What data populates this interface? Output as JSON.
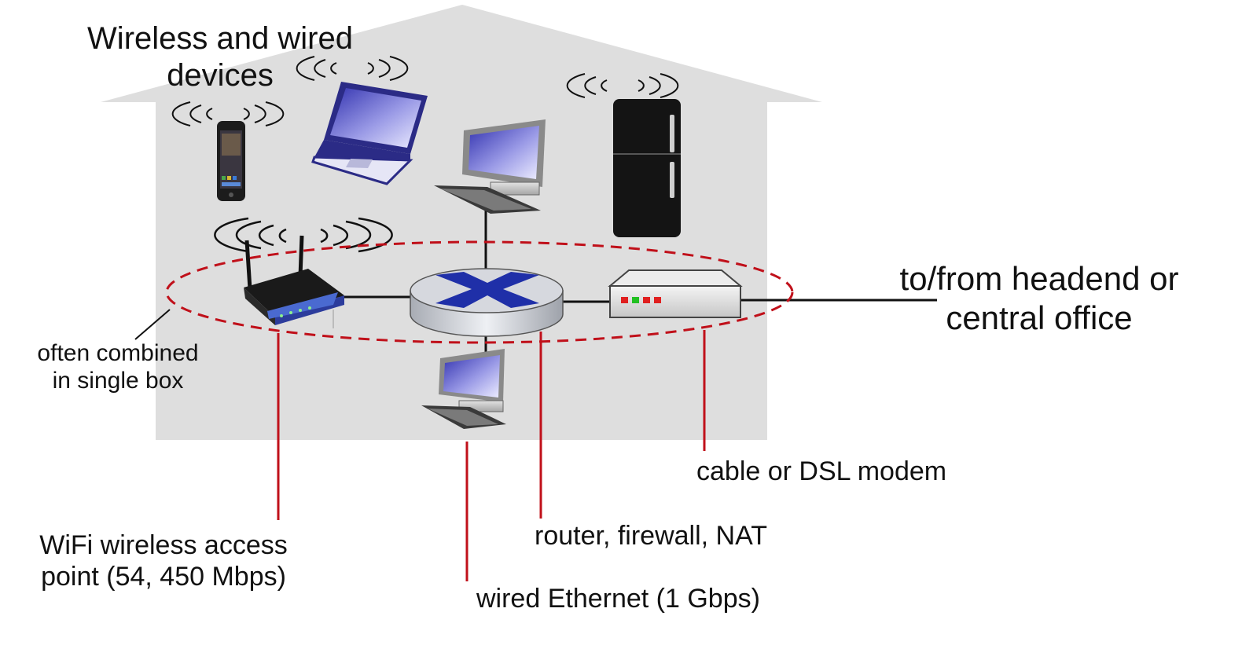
{
  "labels": {
    "title": [
      "Wireless and wired",
      "devices"
    ],
    "uplink": [
      "to/from headend or",
      "central office"
    ],
    "combined": [
      "often combined",
      "in single box"
    ],
    "modem": "cable or DSL modem",
    "router": "router, firewall, NAT",
    "wifi_ap": [
      "WiFi wireless access",
      "point (54, 450 Mbps)"
    ],
    "wired_ethernet": "wired Ethernet (1 Gbps)"
  },
  "icons": {
    "house": "house-icon",
    "smartphone": "smartphone-icon",
    "laptop": "laptop-icon",
    "desktop_top": "desktop-computer-icon",
    "desktop_bottom": "desktop-computer-icon",
    "fridge": "refrigerator-icon",
    "wifi_router": "wireless-access-point-icon",
    "router": "router-icon",
    "modem": "cable-modem-icon",
    "wireless_signal": "wireless-signal-icon"
  },
  "colors": {
    "house": "#dedede",
    "callout_lines": "#c0101a",
    "grouping_ellipse": "#c0101a",
    "links": "#111111",
    "screen_blue": "#3a3ab8",
    "router_x": "#1f2fa8"
  }
}
